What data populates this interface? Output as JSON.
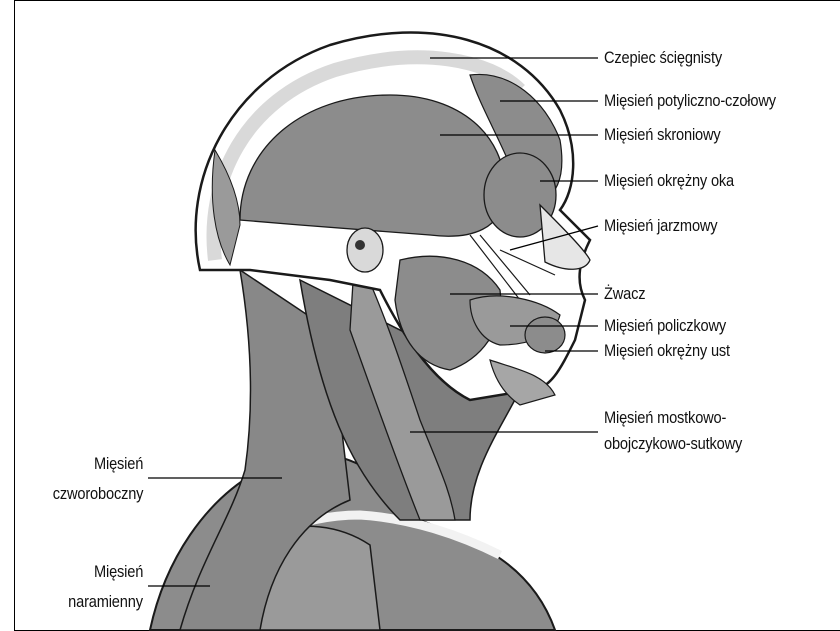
{
  "labels": {
    "galea": "Czepiec ścięgnisty",
    "occipitofrontalis": "Mięsień potyliczno-czołowy",
    "temporalis": "Mięsień skroniowy",
    "orbicularis_oculi": "Mięsień okrężny oka",
    "zygomaticus": "Mięsień jarzmowy",
    "masseter": "Żwacz",
    "buccinator": "Mięsień policzkowy",
    "orbicularis_oris": "Mięsień okrężny ust",
    "scm_line1": "Mięsień mostkowo-",
    "scm_line2": "obojczykowo-sutkowy",
    "trapezius_line1": "Mięsień",
    "trapezius_line2": "czworoboczny",
    "deltoid_line1": "Mięsień",
    "deltoid_line2": "naramienny"
  },
  "colors": {
    "muscle": "#8c8c8c",
    "muscle_light": "#a6a6a6",
    "muscle_dark": "#6e6e6e",
    "bone": "#d9d9d9",
    "outline": "#1a1a1a",
    "tendon": "#f2f2f2"
  }
}
